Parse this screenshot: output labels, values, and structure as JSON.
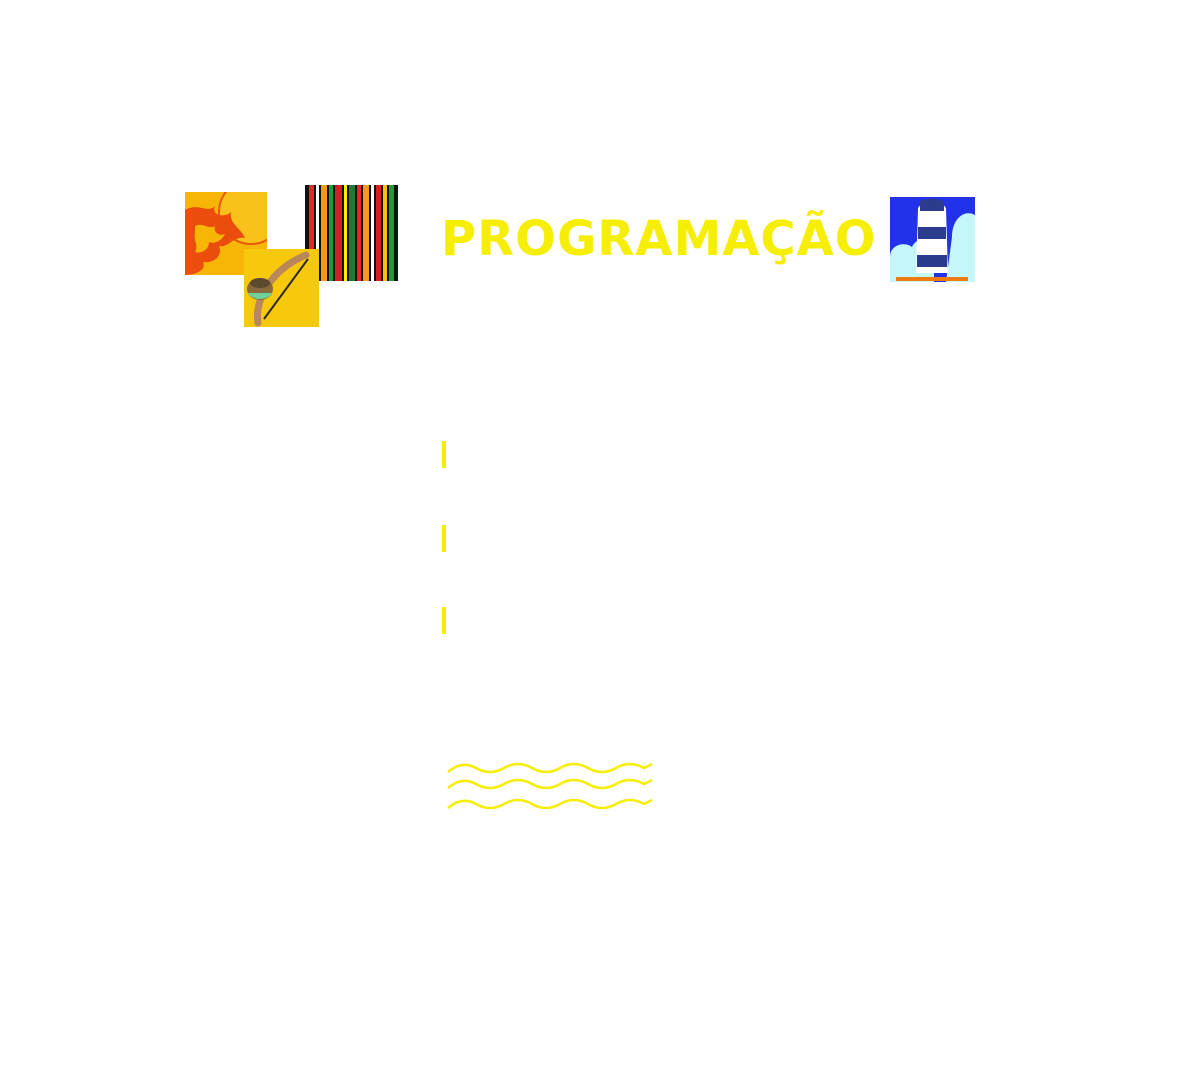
{
  "header": {
    "title": "PROGRAMAÇÃO"
  },
  "colors": {
    "accent": "#f7ee05",
    "sun_background": "#f7b606",
    "sun_flame": "#ea4d0c",
    "berimbau_background": "#f6c90c",
    "lighthouse_sky": "#2231ea",
    "lighthouse_cloud": "#c6f7f8",
    "lighthouse_stripe": "#2b3c8c",
    "lighthouse_base": "#f07a0c"
  },
  "illustrations": [
    {
      "icon": "sun-icon"
    },
    {
      "icon": "colored-stripes-icon"
    },
    {
      "icon": "berimbau-icon"
    },
    {
      "icon": "lighthouse-icon"
    }
  ],
  "schedule": {
    "items": [
      {
        "marker": "accent-bar"
      },
      {
        "marker": "accent-bar"
      },
      {
        "marker": "accent-bar"
      }
    ]
  },
  "decoration": {
    "icon": "waves-icon",
    "wave_count": 3
  }
}
